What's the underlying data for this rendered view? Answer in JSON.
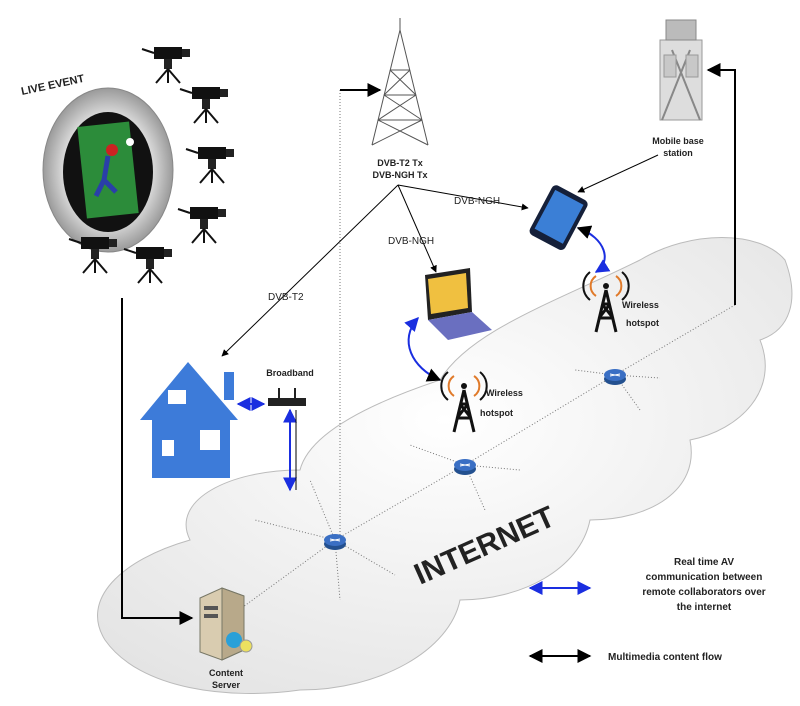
{
  "labels": {
    "live_event": "LIVE EVENT",
    "dvb_t2_tx": "DVB-T2 Tx",
    "dvb_ngh_tx": "DVB-NGH Tx",
    "mobile_base_line1": "Mobile base",
    "mobile_base_line2": "station",
    "dvb_ngh_top": "DVB-NGH",
    "dvb_ngh_laptop": "DVB-NGH",
    "dvb_t2": "DVB-T2",
    "broadband": "Broadband",
    "wireless1_line1": "Wireless",
    "wireless1_line2": "hotspot",
    "wireless2_line1": "Wireless",
    "wireless2_line2": "hotspot",
    "internet": "INTERNET",
    "content_line1": "Content",
    "content_line2": "Server"
  },
  "legend": {
    "av_line1": "Real time AV",
    "av_line2": "communication between",
    "av_line3": "remote collaborators over",
    "av_line4": "the internet",
    "flow": "Multimedia content flow"
  },
  "colors": {
    "av_arrow": "#1a2ee0",
    "flow_arrow": "#000000",
    "house": "#3d7bd9",
    "router": "#3a6fc4",
    "cloud": "#f2f2f2"
  }
}
